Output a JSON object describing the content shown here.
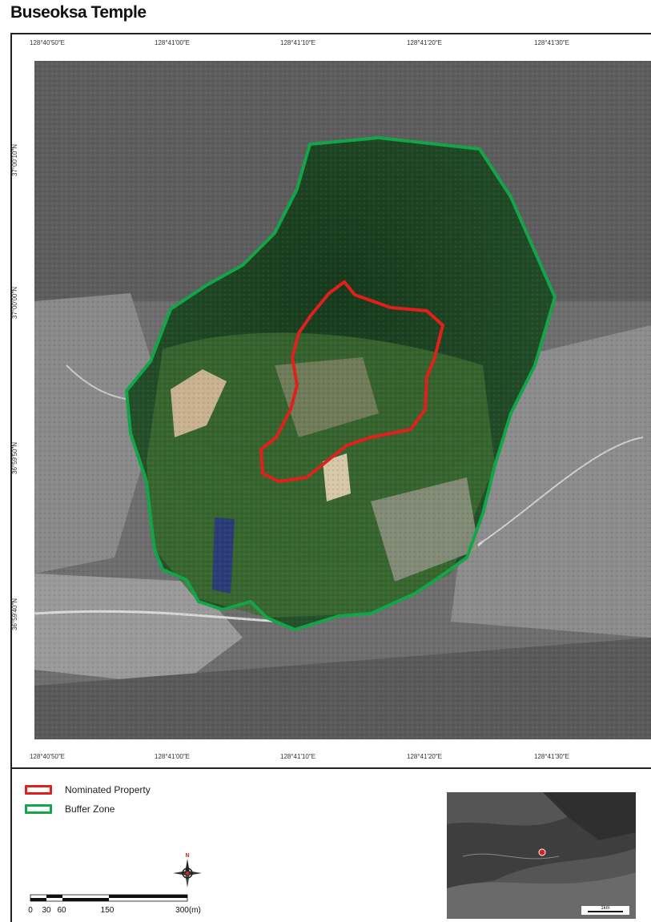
{
  "title": "Buseoksa Temple",
  "longitudes": [
    "128°40′50″E",
    "128°41′00″E",
    "128°41′10″E",
    "128°41′20″E",
    "128°41′30″E"
  ],
  "latitudes": [
    "37°00′10″N",
    "37°00′00″N",
    "36°59′50″N",
    "36°59′40″N"
  ],
  "legend": {
    "nominated": {
      "label": "Nominated Property",
      "color": "#e0201c"
    },
    "buffer": {
      "label": "Buffer Zone",
      "color": "#13a54a"
    }
  },
  "scale": {
    "labels": [
      "0",
      "30",
      "60",
      "150",
      "300(m)"
    ]
  },
  "compass": {
    "north_label": "N",
    "icon": "compass-rose-icon"
  },
  "inset": {
    "scale_label": "1km",
    "marker_color": "#e0201c"
  }
}
